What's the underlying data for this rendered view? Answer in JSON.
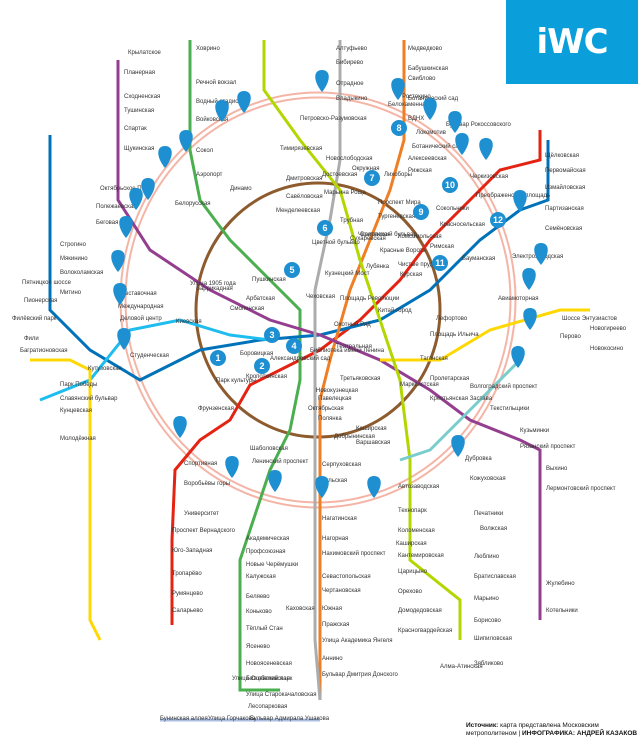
{
  "logo": {
    "text": "iWC"
  },
  "credits": {
    "source_label": "Источник:",
    "source_text": "карта представлена Московским метрополитеном",
    "infographics_label": "ИНФОГРАФИКА:",
    "infographics_author": "АНДРЕЙ КАЗАКОВ"
  },
  "colors": {
    "line1": "#e42313",
    "line2": "#4baf4f",
    "line3": "#0072ba",
    "line4": "#1ebcef",
    "line5": "#8d5b2d",
    "line6": "#ef7e24",
    "line7": "#943e90",
    "line8": "#ffd803",
    "line9": "#adacac",
    "line10": "#b2d700",
    "line11": "#79cdcd",
    "line12": "#acbfe3",
    "mcc": "#f4b5a6",
    "marker": "#1e8fd0",
    "logo_bg": "#0a9edb"
  },
  "ring_numbers": [
    "1",
    "2",
    "3",
    "4",
    "5",
    "6",
    "7",
    "8",
    "9",
    "10",
    "11",
    "12"
  ],
  "stations": [
    "Ховрино",
    "Речной вокзал",
    "Водный стадион",
    "Войковская",
    "Сокол",
    "Аэропорт",
    "Динамо",
    "Белорусская",
    "Планерная",
    "Сходненская",
    "Тушинская",
    "Спартак",
    "Щукинская",
    "Октябрьское Поле",
    "Полежаевская",
    "Беговая",
    "Улица 1905 года",
    "Баррикадная",
    "Пушкинская",
    "Кузнецкий Мост",
    "Китай-город",
    "Таганская",
    "Пролетарская",
    "Волгоградский проспект",
    "Текстильщики",
    "Кузьминки",
    "Рязанский проспект",
    "Выхино",
    "Лермонтовский проспект",
    "Жулебино",
    "Котельники",
    "Медведково",
    "Бабушкинская",
    "Свиблово",
    "Ботанический сад",
    "ВДНХ",
    "Алексеевская",
    "Рижская",
    "Проспект Мира",
    "Сухаревская",
    "Тургеневская",
    "Третьяковская",
    "Октябрьская",
    "Шаболовская",
    "Ленинский проспект",
    "Академическая",
    "Профсоюзная",
    "Новые Черёмушки",
    "Калужская",
    "Беляево",
    "Коньково",
    "Тёплый Стан",
    "Ясенево",
    "Новоясеневская",
    "Щёлковская",
    "Первомайская",
    "Измайловская",
    "Партизанская",
    "Семёновская",
    "Электрозаводская",
    "Бауманская",
    "Курская",
    "Площадь Революции",
    "Арбатская",
    "Смоленская",
    "Киевская",
    "Парк Победы",
    "Славянский бульвар",
    "Кунцевская",
    "Молодёжная",
    "Крылатское",
    "Строгино",
    "Мякинино",
    "Волоколамская",
    "Митино",
    "Пятницкое шоссе",
    "Пионерская",
    "Филёвский парк",
    "Багратионовская",
    "Фили",
    "Кутузовская",
    "Студенческая",
    "Выставочная",
    "Международная",
    "Деловой центр",
    "Александровский сад",
    "Библиотека имени Ленина",
    "Боровицкая",
    "Кропоткинская",
    "Парк культуры",
    "Фрунзенская",
    "Спортивная",
    "Воробьёвы горы",
    "Университет",
    "Проспект Вернадского",
    "Юго-Западная",
    "Тропарёво",
    "Румянцево",
    "Саларьево",
    "Чкаловская",
    "Римская",
    "Крестьянская Застава",
    "Дубровка",
    "Кожуховская",
    "Печатники",
    "Волжская",
    "Люблино",
    "Братиславская",
    "Марьино",
    "Борисово",
    "Шипиловская",
    "Зябликово",
    "Алтуфьево",
    "Бибирево",
    "Отрадное",
    "Владыкино",
    "Петровско-Разумовская",
    "Тимирязевская",
    "Дмитровская",
    "Савёловская",
    "Менделеевская",
    "Цветной бульвар",
    "Чеховская",
    "Серпуховская",
    "Тульская",
    "Нагатинская",
    "Нагорная",
    "Нахимовский проспект",
    "Севастопольская",
    "Чертановская",
    "Южная",
    "Пражская",
    "Улица Академика Янгеля",
    "Аннино",
    "Бульвар Дмитрия Донского",
    "Марксистская",
    "Площадь Ильича",
    "Авиамоторная",
    "Шоссе Энтузиастов",
    "Перово",
    "Новогиреево",
    "Новокосино",
    "Каширская",
    "Варшавская",
    "Каховская",
    "Автозаводская",
    "Технопарк",
    "Коломенская",
    "Каширская",
    "Кантемировская",
    "Царицыно",
    "Орехово",
    "Домодедовская",
    "Красногвардейская",
    "Алма-Атинская",
    "Бунинская аллея",
    "Улица Горчакова",
    "Бульвар Адмирала Ушакова",
    "Улица Скобелевская",
    "Улица Старокачаловская",
    "Лесопарковая",
    "Битцевский парк",
    "Новослободская",
    "Достоевская",
    "Марьина Роща",
    "Трубная",
    "Сретенский бульвар",
    "Чистые пруды",
    "Лубянка",
    "Охотный Ряд",
    "Театральная",
    "Новокузнецкая",
    "Павелецкая",
    "Добрынинская",
    "Полянка",
    "Лефортово",
    "Сокольники",
    "Красносельская",
    "Комсомольская",
    "Красные Ворота",
    "Преображенская площадь",
    "Черкизовская",
    "Бульвар Рокоссовского",
    "Локомотив",
    "Лихоборы",
    "Окружная",
    "Ботанический сад",
    "Ростокино",
    "Белокаменная"
  ]
}
